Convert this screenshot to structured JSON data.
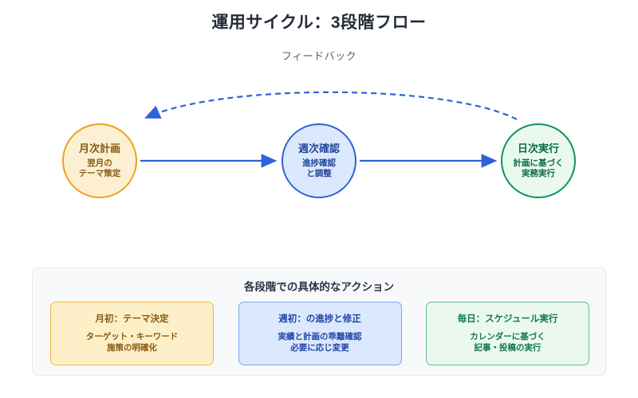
{
  "header": {
    "title": "運用サイクル：3段階フロー",
    "subtitle": "フィードバック"
  },
  "flow": {
    "nodes": [
      {
        "id": "plan",
        "title": "月次計画",
        "sub_line1": "翌月の",
        "sub_line2": "テーマ策定",
        "fill": "#fdf0d2",
        "stroke": "#eda020",
        "text": "#8a5a12"
      },
      {
        "id": "check",
        "title": "週次確認",
        "sub_line1": "進捗確認",
        "sub_line2": "と調整",
        "fill": "#dce8fd",
        "stroke": "#2f62d8",
        "text": "#24489c"
      },
      {
        "id": "exec",
        "title": "日次実行",
        "sub_line1": "計画に基づく",
        "sub_line2": "実務実行",
        "fill": "#e9f9ee",
        "stroke": "#12905a",
        "text": "#0d6b41"
      }
    ],
    "connectors": [
      {
        "id": "plan-to-check",
        "style": "solid",
        "direction": "right",
        "color": "#2f62d8"
      },
      {
        "id": "check-to-exec",
        "style": "solid",
        "direction": "right",
        "color": "#2f62d8"
      },
      {
        "id": "exec-to-plan-feedback",
        "style": "dashed",
        "direction": "left",
        "color": "#2f62d8"
      }
    ]
  },
  "actions": {
    "heading": "各段階での具体的なアクション",
    "cards": [
      {
        "id": "plan",
        "title": "月初：テーマ決定",
        "line1": "ターゲット・キーワード",
        "line2": "施策の明確化",
        "accent": "#f0b93f"
      },
      {
        "id": "check",
        "title": "週初：の進捗と修正",
        "line1": "実績と計画の乖離確認",
        "line2": "必要に応じ変更",
        "accent": "#7ba4ef"
      },
      {
        "id": "exec",
        "title": "毎日：スケジュール実行",
        "line1": "カレンダーに基づく",
        "line2": "記事・投稿の実行",
        "accent": "#63bf93"
      }
    ]
  }
}
